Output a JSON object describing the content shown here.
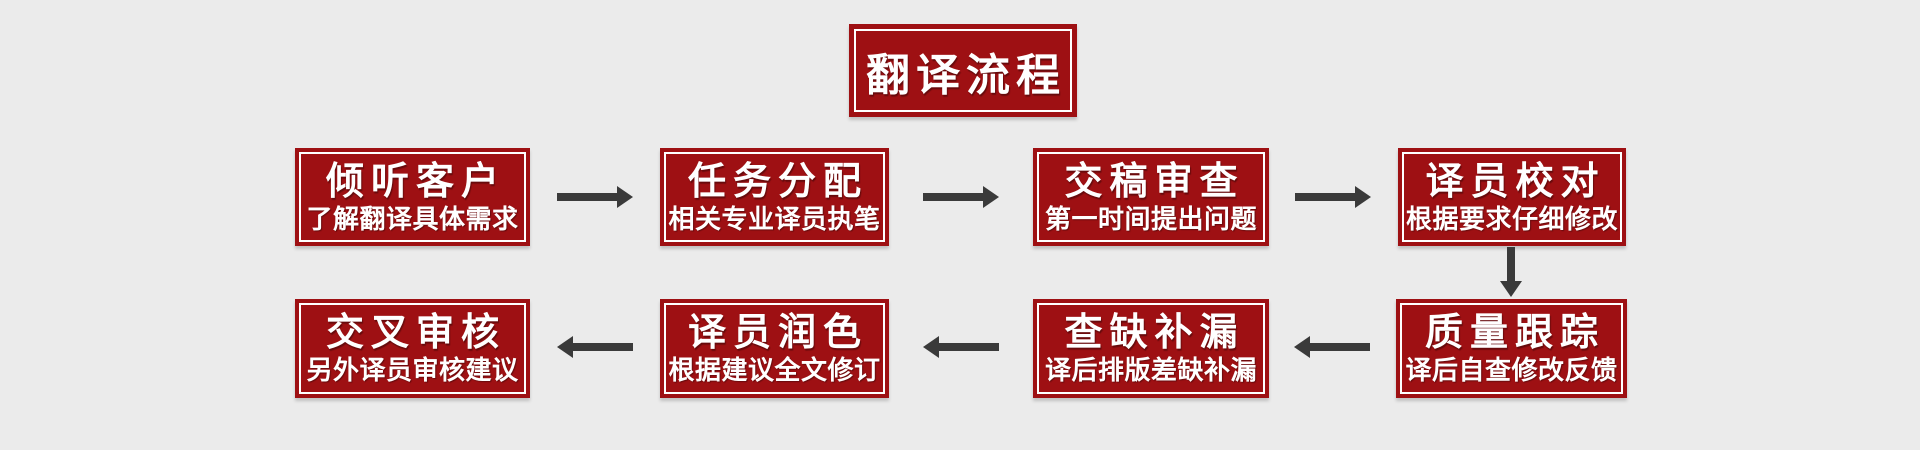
{
  "page": {
    "background_color": "#EBEBEB"
  },
  "colors": {
    "box_red": "#9E1013",
    "box_frame_white": "#FFFFFF",
    "text_white": "#FFFFFF",
    "arrow_gray": "#3A3A3A"
  },
  "title": {
    "label": "翻译流程"
  },
  "flow": {
    "steps": [
      {
        "title": "倾听客户",
        "subtitle": "了解翻译具体需求"
      },
      {
        "title": "任务分配",
        "subtitle": "相关专业译员执笔"
      },
      {
        "title": "交稿审查",
        "subtitle": "第一时间提出问题"
      },
      {
        "title": "译员校对",
        "subtitle": "根据要求仔细修改"
      },
      {
        "title": "质量跟踪",
        "subtitle": "译后自查修改反馈"
      },
      {
        "title": "查缺补漏",
        "subtitle": "译后排版差缺补漏"
      },
      {
        "title": "译员润色",
        "subtitle": "根据建议全文修订"
      },
      {
        "title": "交叉审核",
        "subtitle": "另外译员审核建议"
      }
    ]
  }
}
